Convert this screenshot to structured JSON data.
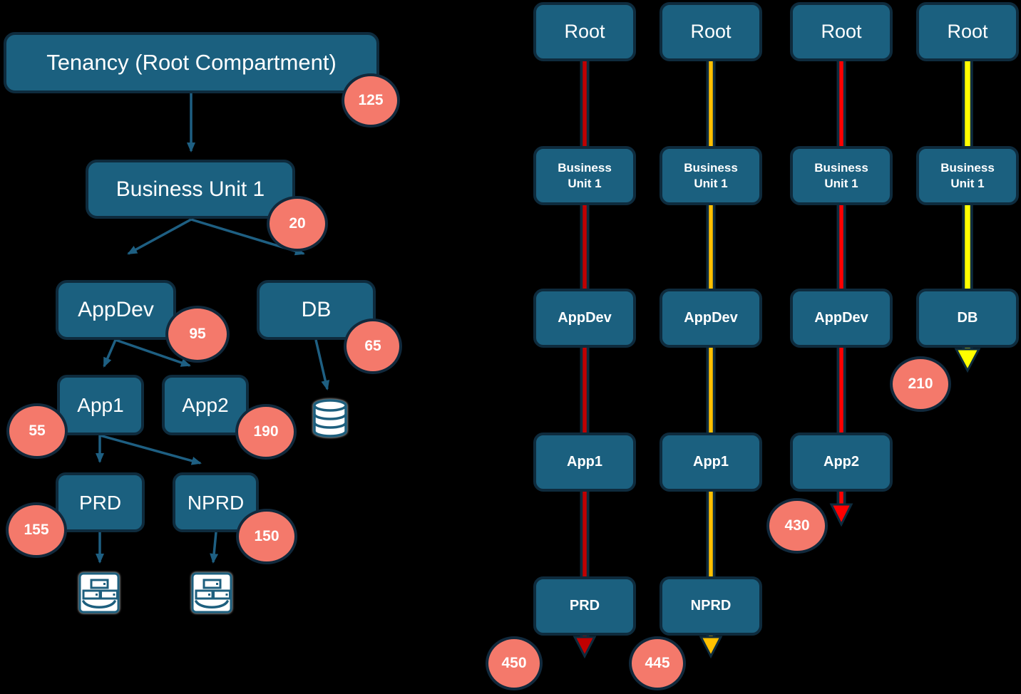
{
  "colors": {
    "page_bg": "#000000",
    "box_fill": "#1B607F",
    "box_border": "#0E2B3D",
    "text": "#FFFFFF",
    "edge": "#1E5F82",
    "badge_fill": "#F4796B",
    "badge_border": "#11293C",
    "badge_text": "#FFFFFF",
    "line_casing": "#0E2B3D",
    "icon_stroke": "#1D5F7E",
    "icon_fill": "#FFFFFF"
  },
  "tree": {
    "nodes": [
      {
        "id": "tenancy",
        "label": "Tenancy (Root Compartment)",
        "badge": "125"
      },
      {
        "id": "bu1",
        "label": "Business Unit 1",
        "badge": "20"
      },
      {
        "id": "appdev",
        "label": "AppDev",
        "badge": "95"
      },
      {
        "id": "db",
        "label": "DB",
        "badge": "65"
      },
      {
        "id": "app1",
        "label": "App1",
        "badge": "55"
      },
      {
        "id": "app2",
        "label": "App2",
        "badge": "190"
      },
      {
        "id": "prd",
        "label": "PRD",
        "badge": "155"
      },
      {
        "id": "nprd",
        "label": "NPRD",
        "badge": "150"
      }
    ],
    "icons": {
      "db_target": "database-icon",
      "prd_target": "workload-icon",
      "nprd_target": "workload-icon"
    }
  },
  "columns": [
    {
      "line_color": "#C00000",
      "badge": "450",
      "nodes": [
        "Root",
        "Business Unit 1",
        "AppDev",
        "App1",
        "PRD"
      ]
    },
    {
      "line_color": "#FFC000",
      "badge": "445",
      "nodes": [
        "Root",
        "Business Unit 1",
        "AppDev",
        "App1",
        "NPRD"
      ]
    },
    {
      "line_color": "#FF0000",
      "badge": "430",
      "nodes": [
        "Root",
        "Business Unit 1",
        "AppDev",
        "App2"
      ]
    },
    {
      "line_color": "#FFFF00",
      "badge": "210",
      "nodes": [
        "Root",
        "Business Unit 1",
        "DB"
      ]
    }
  ]
}
